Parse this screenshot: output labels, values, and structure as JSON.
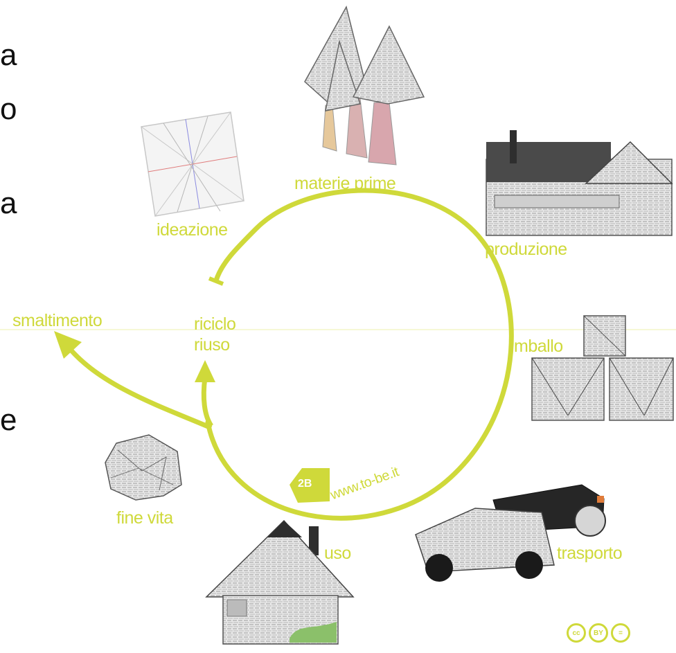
{
  "labels": {
    "materie_prime": "materie prime",
    "ideazione": "ideazione",
    "produzione": "produzione",
    "smaltimento": "smaltimento",
    "riciclo": "riciclo",
    "riuso": "riuso",
    "imballo": "imballo",
    "fine_vita": "fine vita",
    "uso": "uso",
    "trasporto": "trasporto",
    "website": "www.to-be.it"
  },
  "logo": {
    "text": "2B"
  },
  "license_badges": [
    "cc",
    "BY",
    "="
  ],
  "left_edge_chars": [
    "a",
    "o",
    "a",
    "e"
  ],
  "colors": {
    "accent": "#cfd93a",
    "paper": "#f2f2f2",
    "ink": "#222222"
  }
}
